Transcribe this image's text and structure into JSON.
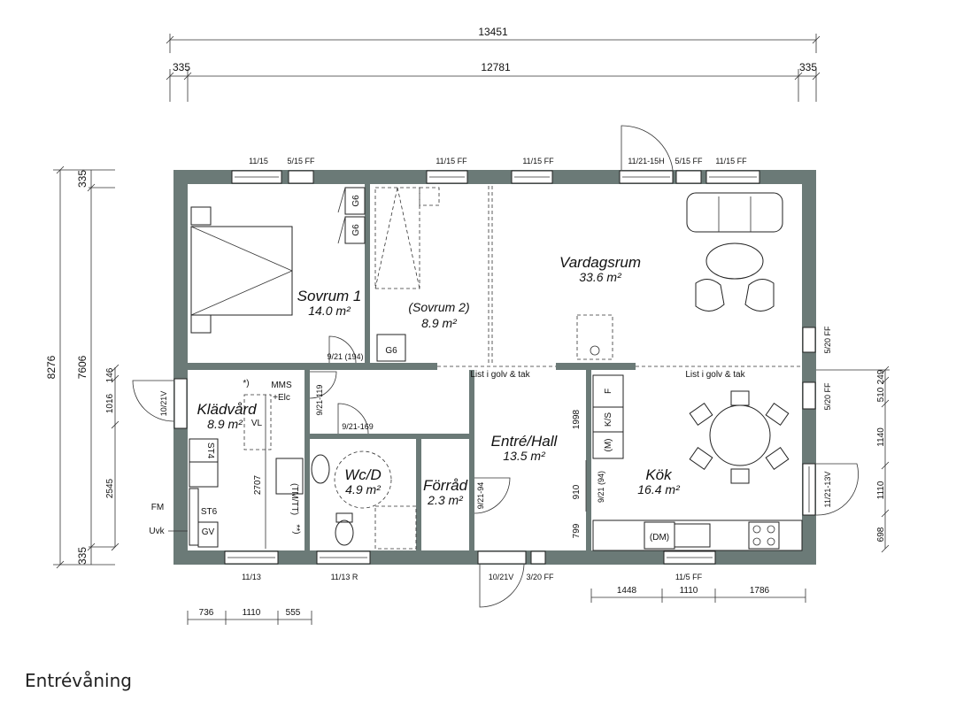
{
  "title": "Entrévåning",
  "dimensions": {
    "top_total": "13451",
    "top_left": "335",
    "top_mid": "12781",
    "top_right": "335",
    "left_total": "8276",
    "left_inner": "7606",
    "left_top": "335",
    "left_bottom": "335",
    "left_146": "146",
    "left_1016": "1016",
    "left_2545": "2545",
    "right_249": "249",
    "right_510": "510",
    "right_1140": "1140",
    "right_1110": "1110",
    "right_698": "698",
    "bottom_736": "736",
    "bottom_1110a": "1110",
    "bottom_555": "555",
    "bottom_1448": "1448",
    "bottom_1110b": "1110",
    "bottom_1786": "1786",
    "inner_2707": "2707",
    "inner_1998": "1998",
    "inner_910": "910",
    "inner_799": "799"
  },
  "windows": {
    "w1": "11/15",
    "w2": "5/15 FF",
    "w3": "11/15 FF",
    "w4": "11/15 FF",
    "w5": "11/21-15H",
    "w6": "5/15 FF",
    "w7": "11/15 FF",
    "w8": "5/20 FF",
    "w9": "5/20 FF",
    "w10": "11/21-13V",
    "w11": "11/13",
    "w12": "11/13 R",
    "w13": "10/21V",
    "w14": "3/20 FF",
    "w15": "11/5 FF",
    "w16": "10/21V"
  },
  "doors": {
    "d1": "9/21 (194)",
    "d2": "9/21-119",
    "d3": "9/21-169",
    "d4": "9/21-94",
    "d5": "9/21 (94)"
  },
  "rooms": {
    "sovrum1": {
      "name": "Sovrum 1",
      "area": "14.0 m²"
    },
    "sovrum2": {
      "name": "(Sovrum 2)",
      "area": "8.9 m²"
    },
    "vardagsrum": {
      "name": "Vardagsrum",
      "area": "33.6 m²"
    },
    "kladvard": {
      "name": "Klädvård",
      "area": "8.9 m²"
    },
    "wcd": {
      "name": "Wc/D",
      "area": "4.9 m²"
    },
    "forrad": {
      "name": "Förråd",
      "area": "2.3 m²"
    },
    "entre": {
      "name": "Entré/Hall",
      "area": "13.5 m²"
    },
    "kok": {
      "name": "Kök",
      "area": "16.4 m²"
    }
  },
  "labels": {
    "list1": "List i golv & tak",
    "list2": "List i golv & tak",
    "g6a": "G6",
    "g6b": "G6",
    "g6c": "G6",
    "mms": "MMS",
    "elc": "+Elc",
    "star": "*)",
    "vl": "VL",
    "st4": "ST4",
    "st6": "ST6",
    "gv": "GV",
    "fm": "FM",
    "uvk": "Uvk",
    "tmtt": "(TM/TT)",
    "starstar": "**)",
    "ks": "K/S",
    "f": "F",
    "m": "(M)",
    "dm": "(DM)"
  }
}
